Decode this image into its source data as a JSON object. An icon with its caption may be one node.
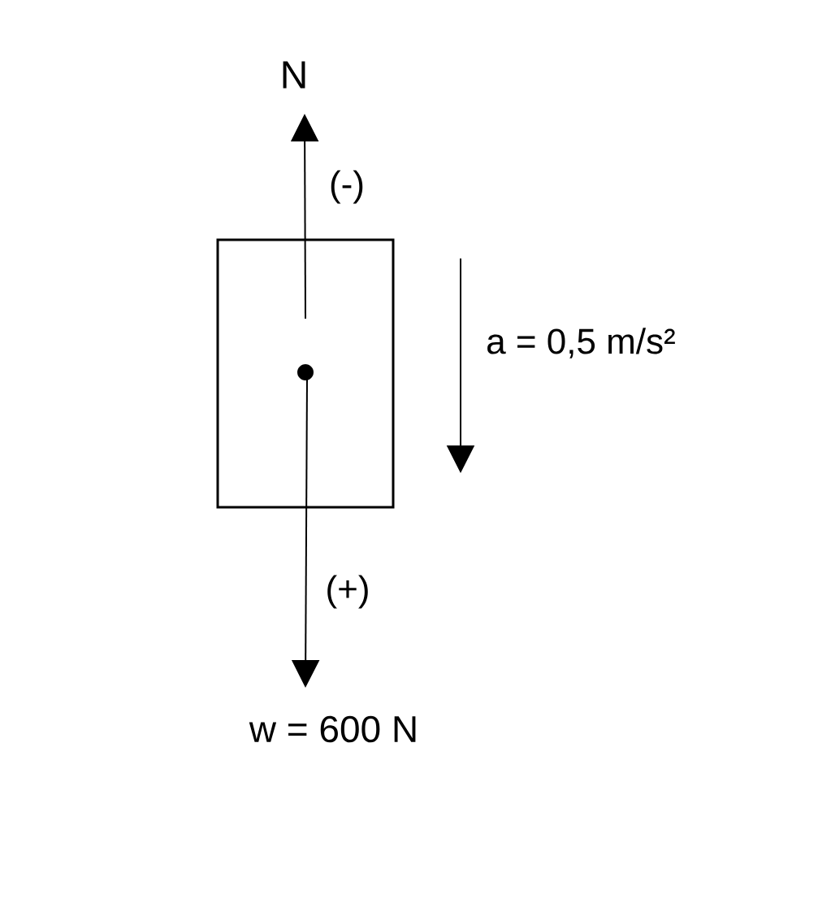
{
  "diagram": {
    "nodes": [
      {
        "text": [],
        "shape": "box"
      }
    ],
    "labels": [
      "N",
      "(-)",
      "a = 0,5 m/s²",
      "(+)",
      "w = 600 N"
    ]
  }
}
